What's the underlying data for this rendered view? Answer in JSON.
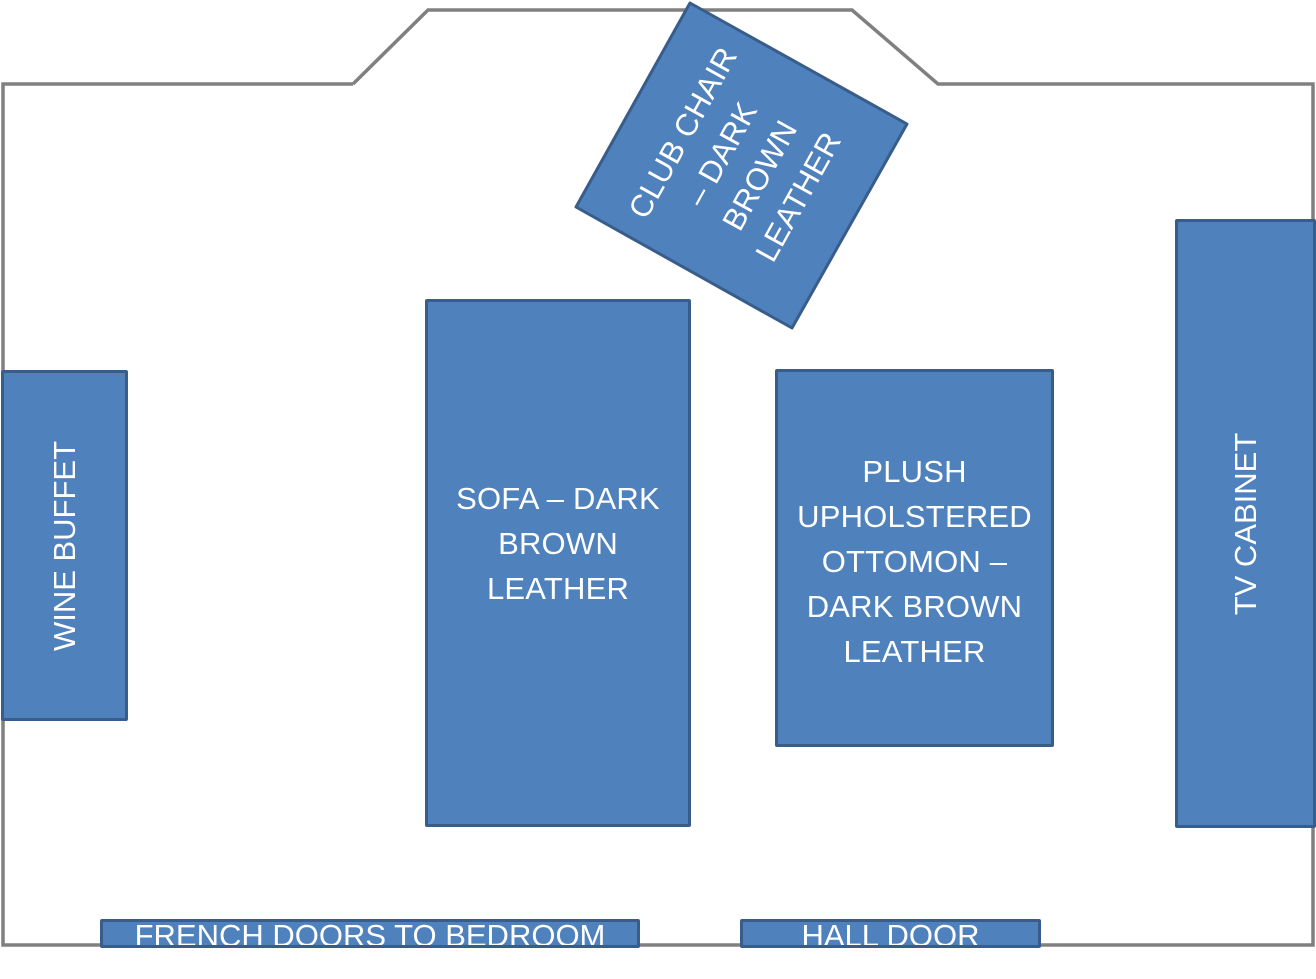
{
  "diagram": {
    "type": "room-furniture-layout",
    "colors": {
      "wall": "#808080",
      "furniture_fill": "#4F81BD",
      "furniture_border": "#385D8A",
      "label_text": "#FFFFFF",
      "background": "#FFFFFF"
    },
    "furniture": {
      "club_chair": "CLUB CHAIR\n– DARK\nBROWN\nLEATHER",
      "sofa": "SOFA – DARK\nBROWN\nLEATHER",
      "ottoman": "PLUSH\nUPHOLSTERED\nOTTOMON –\nDARK BROWN\nLEATHER",
      "wine_buffet": "WINE BUFFET",
      "tv_cabinet": "TV CABINET"
    },
    "doors": {
      "french_doors": "FRENCH DOORS TO BEDROOM",
      "hall_door": "HALL DOOR"
    }
  }
}
